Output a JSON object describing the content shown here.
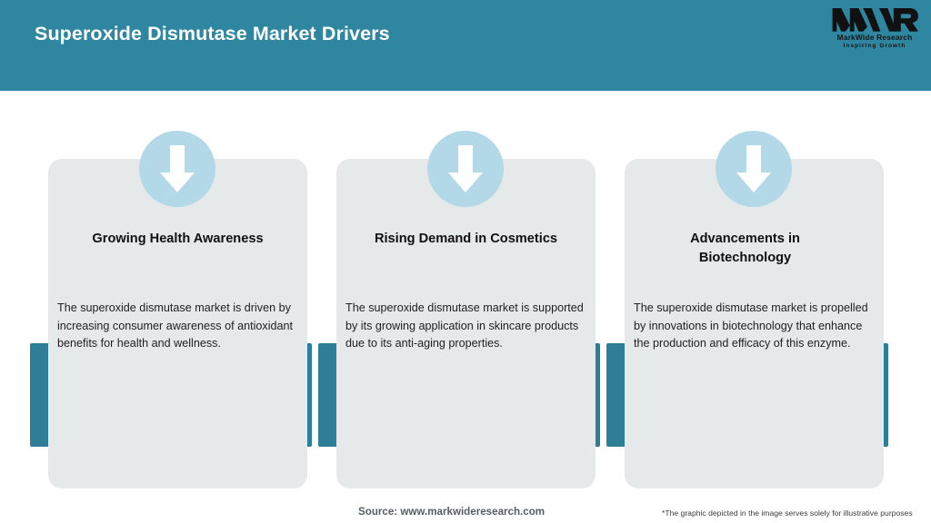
{
  "header": {
    "title": "Superoxide Dismutase Market Drivers",
    "bar_color": "#2e86a0",
    "title_color": "#ffffff"
  },
  "logo": {
    "mark": "MWR",
    "name": "MarkWide Research",
    "tagline": "Inspiring Growth"
  },
  "theme": {
    "accent_teal": "#2e7e97",
    "card_bg": "#e5e9ea",
    "icon_circle": "#b3d9e8",
    "arrow_color": "#ffffff",
    "page_bg": "#ffffff"
  },
  "cards": [
    {
      "icon": "arrow-down-icon",
      "title": "Growing Health Awareness",
      "text": "The superoxide dismutase market is driven by increasing consumer awareness of antioxidant benefits for health and wellness."
    },
    {
      "icon": "arrow-down-icon",
      "title": "Rising Demand in Cosmetics",
      "text": "The superoxide dismutase market is supported by its growing application in skincare products due to its anti-aging properties."
    },
    {
      "icon": "arrow-down-icon",
      "title": "Advancements in Biotechnology",
      "text": "The superoxide dismutase market is propelled by innovations in biotechnology that enhance the production and efficacy of this enzyme."
    }
  ],
  "footer": {
    "source": "Source: www.markwideresearch.com",
    "disclaimer": "*The graphic depicted in the image serves solely for illustrative purposes"
  }
}
